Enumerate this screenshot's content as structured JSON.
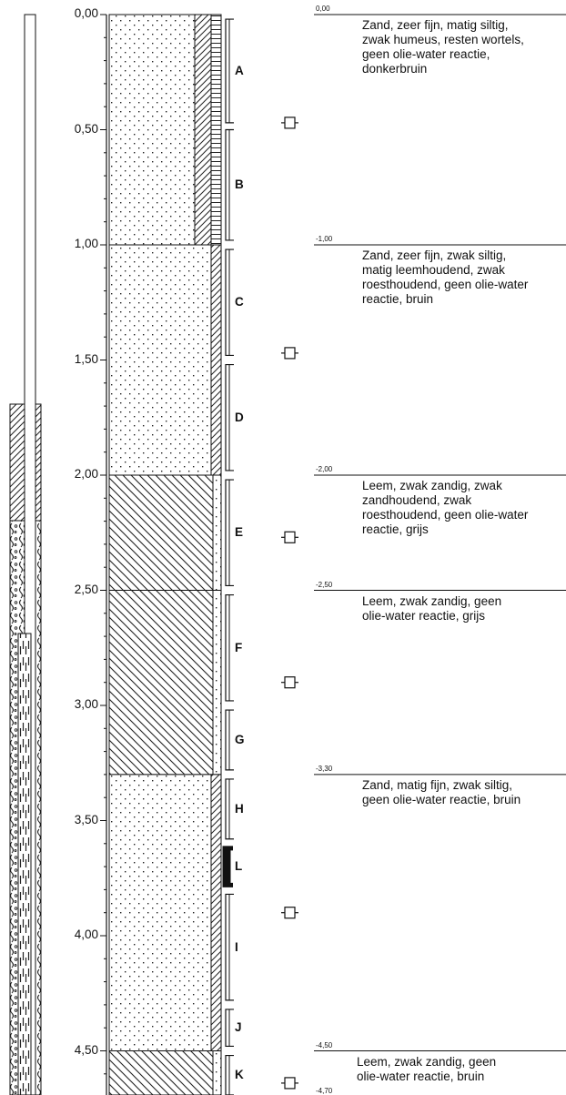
{
  "depth_ticks": [
    "0,00",
    "0,50",
    "1,00",
    "1,50",
    "2,00",
    "2,50",
    "3,00",
    "3,50",
    "4,00",
    "4,50"
  ],
  "layers": [
    {
      "top": 0.0,
      "bottom": 1.0,
      "lithology": "sand"
    },
    {
      "top": 1.0,
      "bottom": 2.0,
      "lithology": "sand"
    },
    {
      "top": 2.0,
      "bottom": 2.5,
      "lithology": "loam"
    },
    {
      "top": 2.5,
      "bottom": 3.3,
      "lithology": "loam"
    },
    {
      "top": 3.3,
      "bottom": 4.5,
      "lithology": "sand"
    },
    {
      "top": 4.5,
      "bottom": 4.7,
      "lithology": "loam"
    }
  ],
  "samples": [
    {
      "label": "A",
      "top": 0.02,
      "bottom": 0.47
    },
    {
      "label": "B",
      "top": 0.5,
      "bottom": 0.98
    },
    {
      "label": "C",
      "top": 1.02,
      "bottom": 1.48
    },
    {
      "label": "D",
      "top": 1.52,
      "bottom": 1.98
    },
    {
      "label": "E",
      "top": 2.02,
      "bottom": 2.48
    },
    {
      "label": "F",
      "top": 2.52,
      "bottom": 2.98
    },
    {
      "label": "G",
      "top": 3.02,
      "bottom": 3.28
    },
    {
      "label": "H",
      "top": 3.32,
      "bottom": 3.58
    },
    {
      "label": "L",
      "top": 3.62,
      "bottom": 3.78
    },
    {
      "label": "I",
      "top": 3.82,
      "bottom": 4.28
    },
    {
      "label": "J",
      "top": 4.32,
      "bottom": 4.48
    },
    {
      "label": "K",
      "top": 4.52,
      "bottom": 4.7
    }
  ],
  "sample_markers": [
    0.47,
    1.47,
    2.27,
    2.9,
    3.9,
    4.64
  ],
  "descriptions": [
    {
      "depth_label": "0,00",
      "lines": [
        "Zand, zeer fijn, matig siltig,",
        "zwak humeus, resten wortels,",
        "geen olie-water reactie,",
        "donkerbruin"
      ]
    },
    {
      "depth_label": "-1,00",
      "lines": [
        "Zand, zeer fijn, zwak siltig,",
        "matig leemhoudend, zwak",
        "roesthoudend, geen olie-water",
        "reactie, bruin"
      ]
    },
    {
      "depth_label": "-2,00",
      "lines": [
        "Leem, zwak zandig, zwak",
        "zandhoudend, zwak",
        "roesthoudend, geen olie-water",
        "reactie, grijs"
      ]
    },
    {
      "depth_label": "-2,50",
      "lines": [
        "Leem, zwak zandig, geen",
        "olie-water reactie, grijs"
      ]
    },
    {
      "depth_label": "-3,30",
      "lines": [
        "Zand, matig fijn, zwak siltig,",
        "geen olie-water reactie, bruin"
      ]
    },
    {
      "depth_label": "-4,50",
      "lines": [
        "Leem, zwak zandig, geen",
        "olie-water reactie, bruin"
      ]
    }
  ],
  "final_depth_label": "-4,70"
}
